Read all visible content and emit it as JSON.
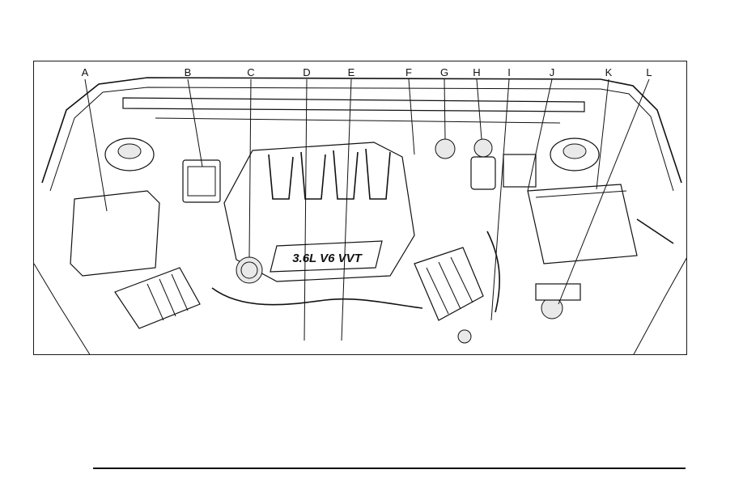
{
  "diagram": {
    "engine_badge_text": "3.6L V6 VVT",
    "callouts": [
      {
        "letter": "A"
      },
      {
        "letter": "B"
      },
      {
        "letter": "C"
      },
      {
        "letter": "D"
      },
      {
        "letter": "E"
      },
      {
        "letter": "F"
      },
      {
        "letter": "G"
      },
      {
        "letter": "H"
      },
      {
        "letter": "I"
      },
      {
        "letter": "J"
      },
      {
        "letter": "K"
      },
      {
        "letter": "L"
      }
    ]
  },
  "colors": {
    "ink": "#111111",
    "background": "#ffffff"
  }
}
